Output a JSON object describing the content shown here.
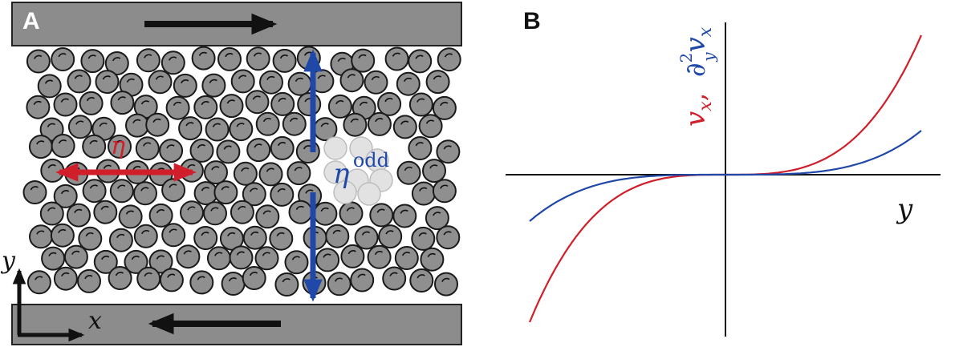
{
  "panel_a": {
    "label": "A",
    "eta_label": "η",
    "eta_odd_symbol": "η",
    "eta_odd_superscript": "odd",
    "axis_y_label": "y",
    "axis_x_label": "x"
  },
  "panel_b": {
    "label": "B",
    "x_axis_label": "y",
    "y_label_red": "v",
    "y_label_red_sub": "x",
    "y_label_separator": ",",
    "y_label_blue_op": "∂",
    "y_label_blue_sup": "2",
    "y_label_blue_sub": "y",
    "y_label_blue_var": "v",
    "y_label_blue_var_sub": "x"
  },
  "colors": {
    "plate": "#8c8c8c",
    "particle": "#8f8f8f",
    "red": "#d01f2a",
    "blue": "#1f48a8",
    "ghost_particle": "#e2e2e2"
  }
}
